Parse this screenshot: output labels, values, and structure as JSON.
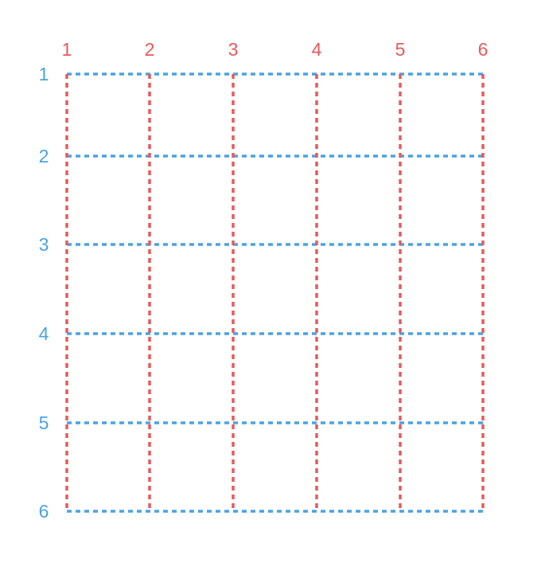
{
  "grid": {
    "column_lines": [
      "1",
      "2",
      "3",
      "4",
      "5",
      "6"
    ],
    "row_lines": [
      "1",
      "2",
      "3",
      "4",
      "5",
      "6"
    ],
    "column_color": "#e8595c",
    "row_color": "#4aa3e2"
  }
}
